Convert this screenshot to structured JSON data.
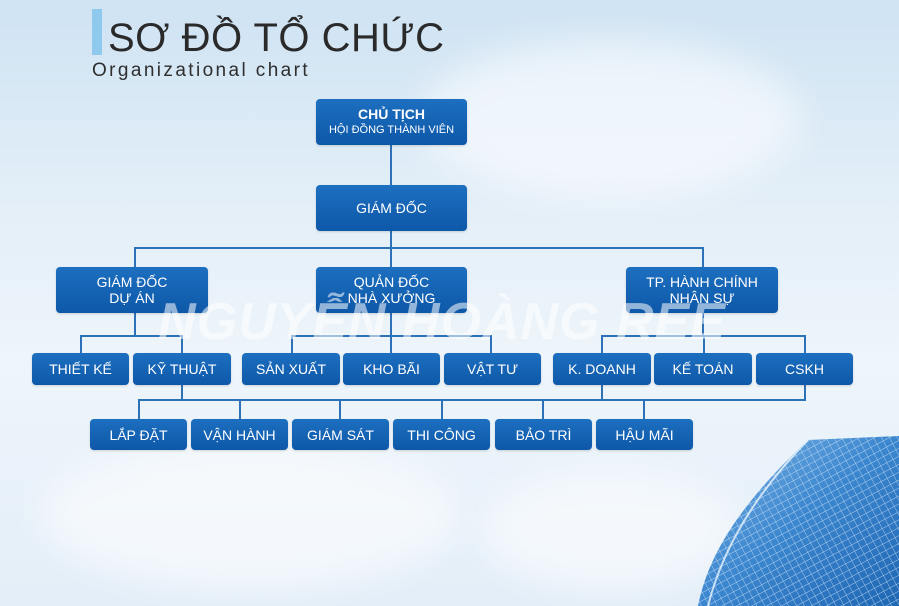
{
  "header": {
    "title": "SƠ ĐỒ TỔ CHỨC",
    "subtitle": "Organizational chart"
  },
  "watermark": "NGUYỄN HOÀNG REE",
  "colors": {
    "box": "#0e58a8",
    "connector": "#2d72b8",
    "background": "#dcebf7"
  },
  "org": {
    "chairman": {
      "title": "CHỦ TỊCH",
      "subtitle": "HỘI ĐỒNG THÀNH VIÊN"
    },
    "director": "GIÁM ĐỐC",
    "managers": [
      {
        "line1": "GIÁM ĐỐC",
        "line2": "DỰ ÁN"
      },
      {
        "line1": "QUẢN ĐỐC",
        "line2": "NHÀ XƯỞNG"
      },
      {
        "line1": "TP. HÀNH CHÍNH",
        "line2": "NHÂN SỰ"
      }
    ],
    "departments": [
      "THIẾT KẾ",
      "KỸ THUẬT",
      "SẢN XUẤT",
      "KHO BÃI",
      "VẬT TƯ",
      "K. DOANH",
      "KẾ TOÁN",
      "CSKH"
    ],
    "teams": [
      "LẮP ĐẶT",
      "VẬN HÀNH",
      "GIÁM SÁT",
      "THI CÔNG",
      "BẢO TRÌ",
      "HẬU MÃI"
    ]
  }
}
